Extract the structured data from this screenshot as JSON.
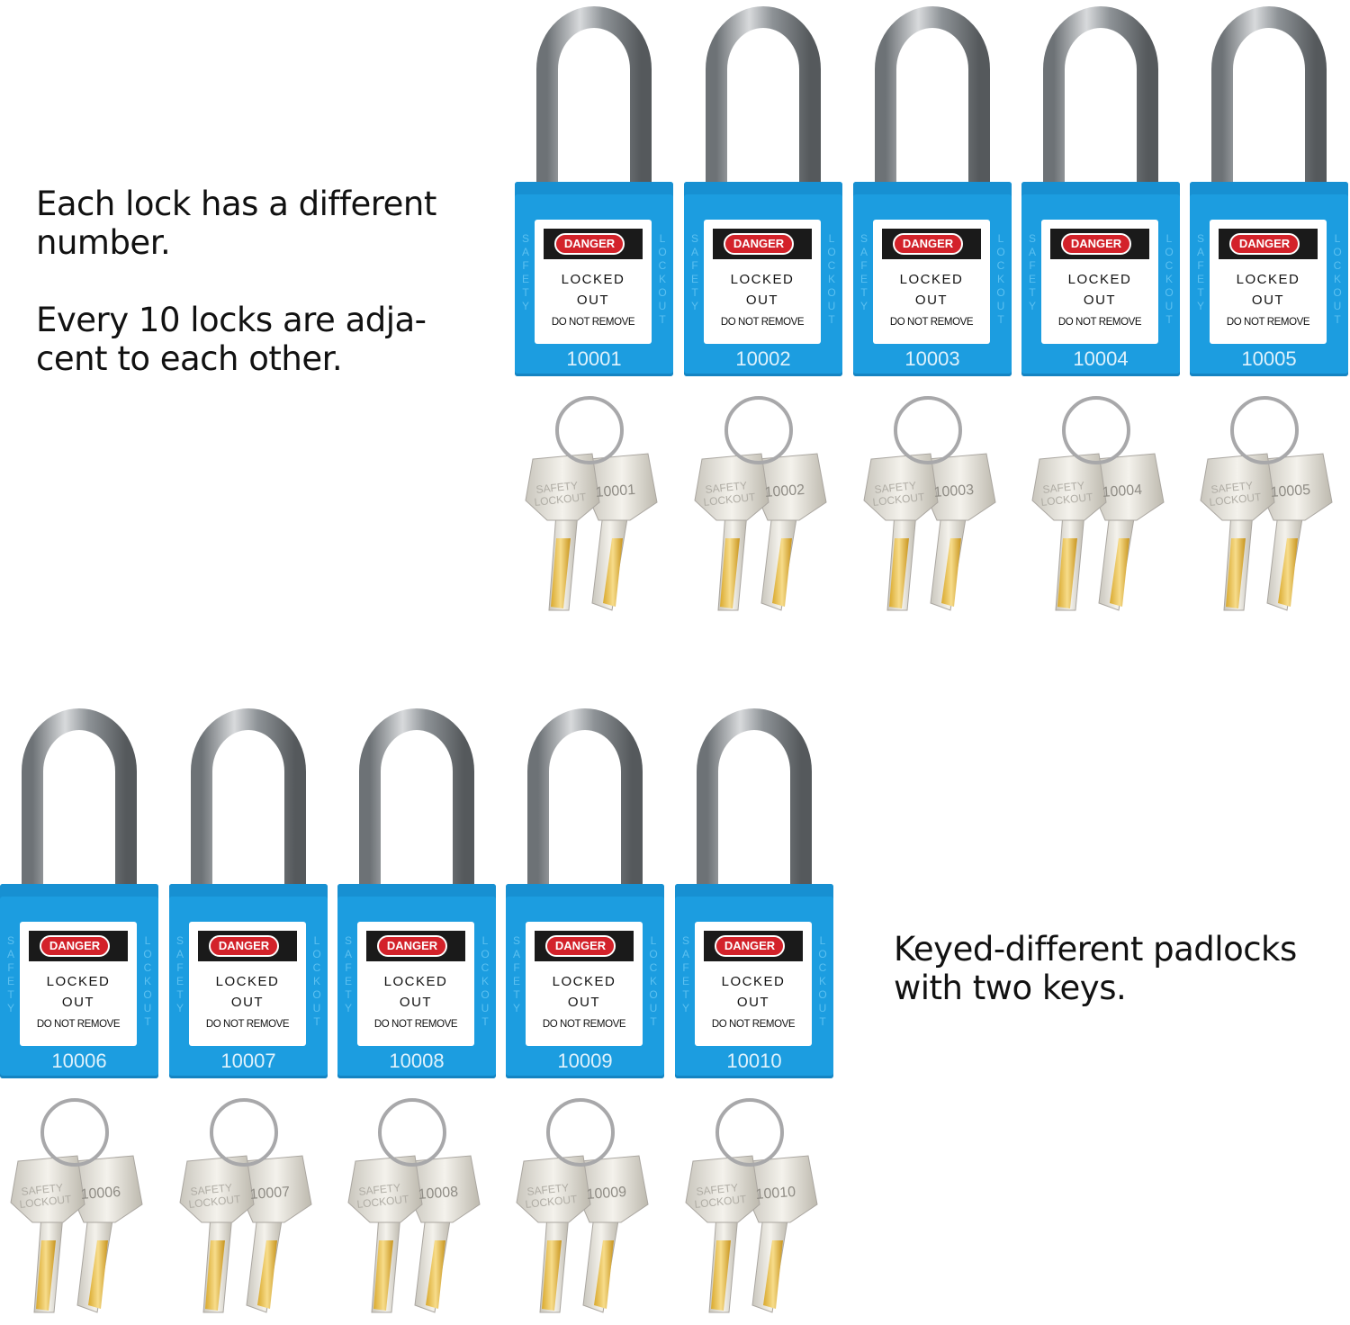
{
  "captions": {
    "left": [
      "Each lock has a different number.",
      "Every 10 locks are adja-cent to each other."
    ],
    "right": "Keyed-different padlocks with two keys."
  },
  "label": {
    "danger": "DANGER",
    "line1": "LOCKED",
    "line2": "OUT",
    "line3": "DO NOT REMOVE",
    "side_left": "SAFETY",
    "side_right": "LOCKOUT",
    "key_text": "SAFETY LOCKOUT"
  },
  "colors": {
    "body": "#1c9de0",
    "danger": "#d3222a",
    "shackle": "#9a9ea2"
  },
  "locks": [
    {
      "number": "10001"
    },
    {
      "number": "10002"
    },
    {
      "number": "10003"
    },
    {
      "number": "10004"
    },
    {
      "number": "10005"
    },
    {
      "number": "10006"
    },
    {
      "number": "10007"
    },
    {
      "number": "10008"
    },
    {
      "number": "10009"
    },
    {
      "number": "10010"
    }
  ]
}
